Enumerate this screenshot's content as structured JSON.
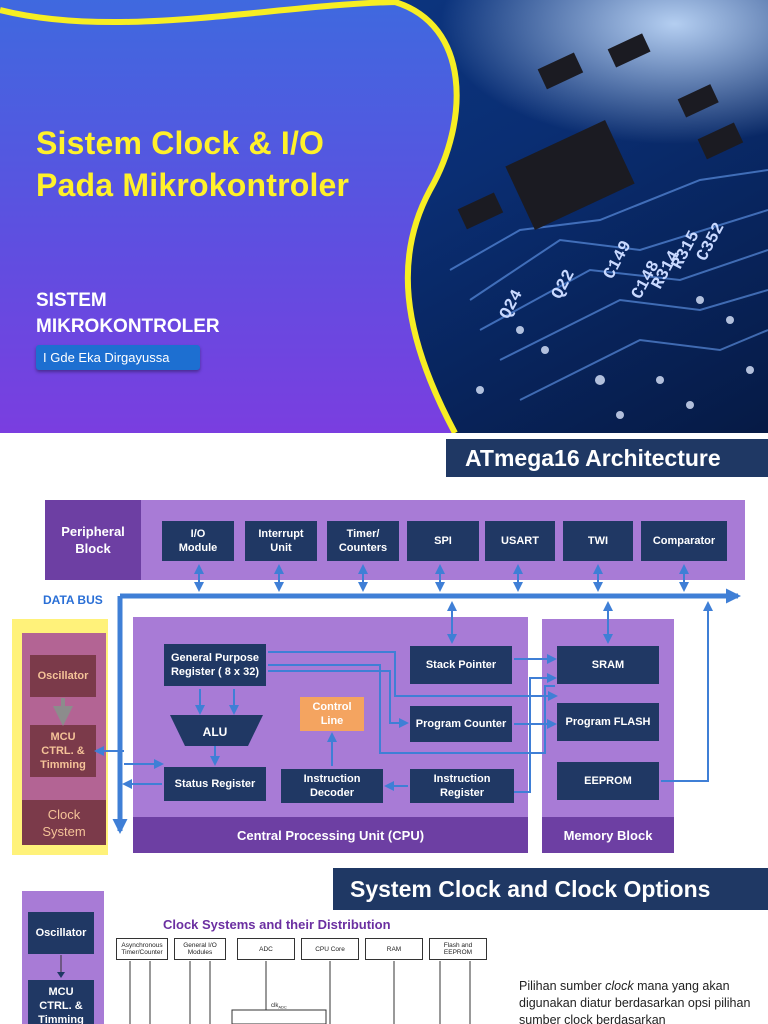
{
  "slide1": {
    "title_line1": "Sistem Clock & I/O",
    "title_line2": "Pada Mikrokontroler",
    "subtitle_line1": "SISTEM",
    "subtitle_line2": "MIKROKONTROLER",
    "author": "I Gde Eka Dirgayussa",
    "pcb_labels": [
      "C352",
      "R315",
      "R314",
      "C149",
      "C148",
      "Q22",
      "Q24"
    ]
  },
  "slide2": {
    "header": "ATmega16 Architecture",
    "peripheral_block": {
      "label_line1": "Peripheral",
      "label_line2": "Block",
      "modules": [
        {
          "line1": "I/O",
          "line2": "Module"
        },
        {
          "line1": "Interrupt",
          "line2": "Unit"
        },
        {
          "line1": "Timer/",
          "line2": "Counters"
        },
        {
          "line1": "SPI",
          "line2": ""
        },
        {
          "line1": "USART",
          "line2": ""
        },
        {
          "line1": "TWI",
          "line2": ""
        },
        {
          "line1": "Comparator",
          "line2": ""
        }
      ]
    },
    "data_bus": "DATA BUS",
    "clock_system": {
      "oscillator": "Oscillator",
      "mcu_line1": "MCU",
      "mcu_line2": "CTRL. &",
      "mcu_line3": "Timming",
      "label_line1": "Clock",
      "label_line2": "System"
    },
    "cpu": {
      "gpr_line1": "General Purpose",
      "gpr_line2": "Register ( 8 x 32)",
      "alu": "ALU",
      "control_line1": "Control",
      "control_line2": "Line",
      "stack_pointer": "Stack Pointer",
      "program_counter": "Program Counter",
      "status_register": "Status Register",
      "decoder_line1": "Instruction",
      "decoder_line2": "Decoder",
      "ireg_line1": "Instruction",
      "ireg_line2": "Register",
      "label": "Central Processing Unit (CPU)"
    },
    "memory": {
      "sram": "SRAM",
      "flash": "Program FLASH",
      "eeprom": "EEPROM",
      "label": "Memory Block"
    },
    "colors": {
      "navy": "#203864",
      "purple": "#a87bd6",
      "dark_purple": "#6d3fa3",
      "arrow_blue": "#3f7fd6",
      "control_orange": "#f4a460",
      "clock_highlight": "#fff27a"
    }
  },
  "slide3": {
    "header": "System Clock and Clock Options",
    "oscillator": "Oscillator",
    "mcu_line1": "MCU",
    "mcu_line2": "CTRL. &",
    "mcu_line3": "Timming",
    "chart_title": "Clock Systems and their Distribution",
    "modules": [
      {
        "line1": "Asynchronous",
        "line2": "Timer/Counter"
      },
      {
        "line1": "General I/O",
        "line2": "Modules"
      },
      {
        "line1": "ADC",
        "line2": ""
      },
      {
        "line1": "CPU Core",
        "line2": ""
      },
      {
        "line1": "RAM",
        "line2": ""
      },
      {
        "line1": "Flash and",
        "line2": "EEPROM"
      }
    ],
    "clk_label": "clk",
    "clk_sub": "ADC",
    "text_pre": "Pilihan sumber ",
    "text_em": "clock",
    "text_mid": " mana yang akan digunakan diatur berdasarkan opsi pilihan sumber clock berdasarkan"
  }
}
